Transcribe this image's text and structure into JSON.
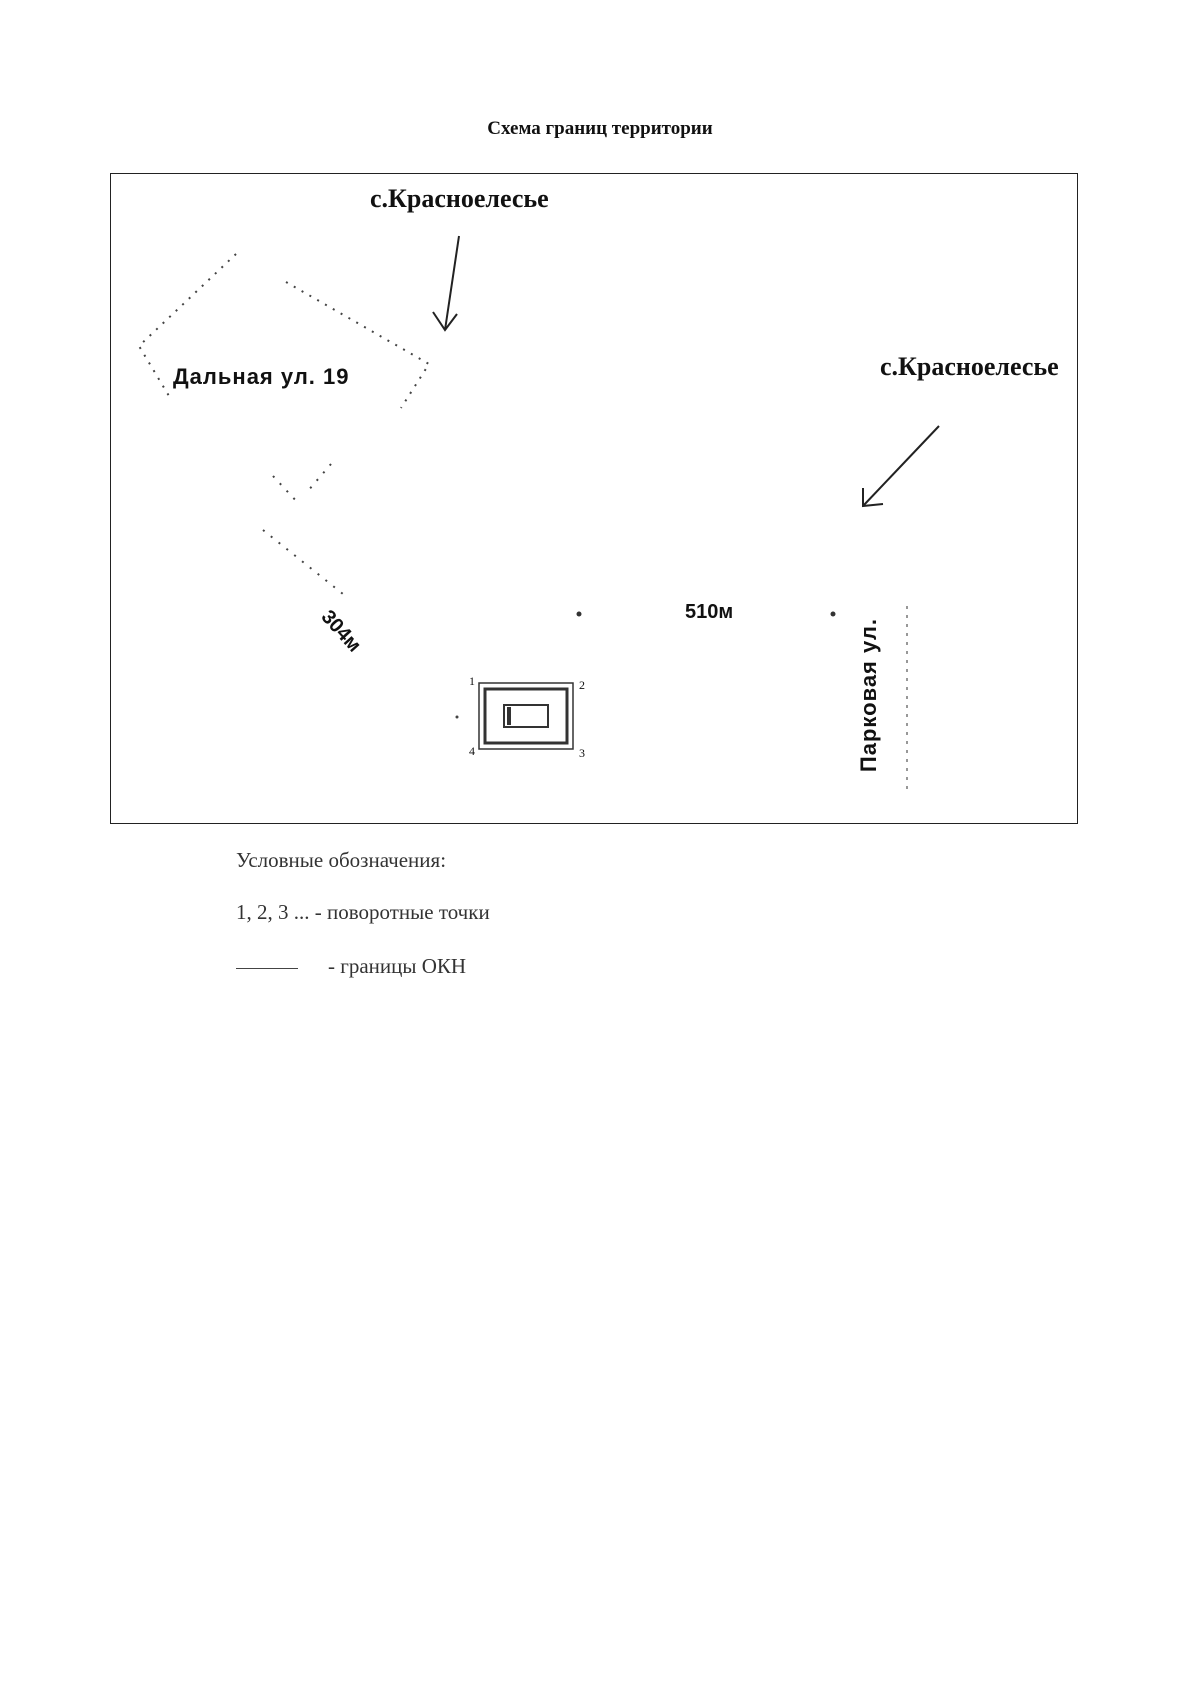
{
  "document": {
    "title": "Схема границ территории"
  },
  "map": {
    "village_label_top": "с.Красноелесье",
    "village_label_right": "с.Красноелесье",
    "street_dalnaya": "Дальная ул. 19",
    "street_parkovaya": "Парковая ул.",
    "distance_1": "304м",
    "distance_2": "510м",
    "turning_points": [
      "1",
      "2",
      "3",
      "4"
    ]
  },
  "legend": {
    "heading": "Условные обозначения:",
    "item_points": "1, 2, 3 ... - поворотные точки",
    "item_boundary": "- границы ОКН"
  }
}
